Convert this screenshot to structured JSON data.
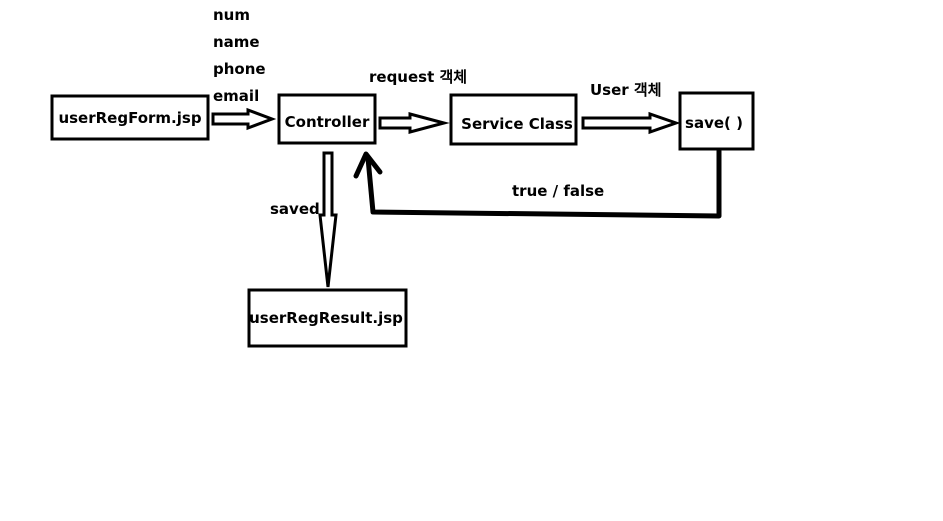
{
  "colors": {
    "stroke": "#000000",
    "background": "#ffffff"
  },
  "nodes": {
    "form": "userRegForm.jsp",
    "controller": "Controller",
    "service": "Service Class",
    "save": "save( )",
    "result": "userRegResult.jsp"
  },
  "params": {
    "num": "num",
    "name": "name",
    "phone": "phone",
    "email": "email"
  },
  "edges": {
    "request_object": "request 객체",
    "user_object": "User 객체",
    "return_value": "true / false",
    "saved": "saved"
  }
}
